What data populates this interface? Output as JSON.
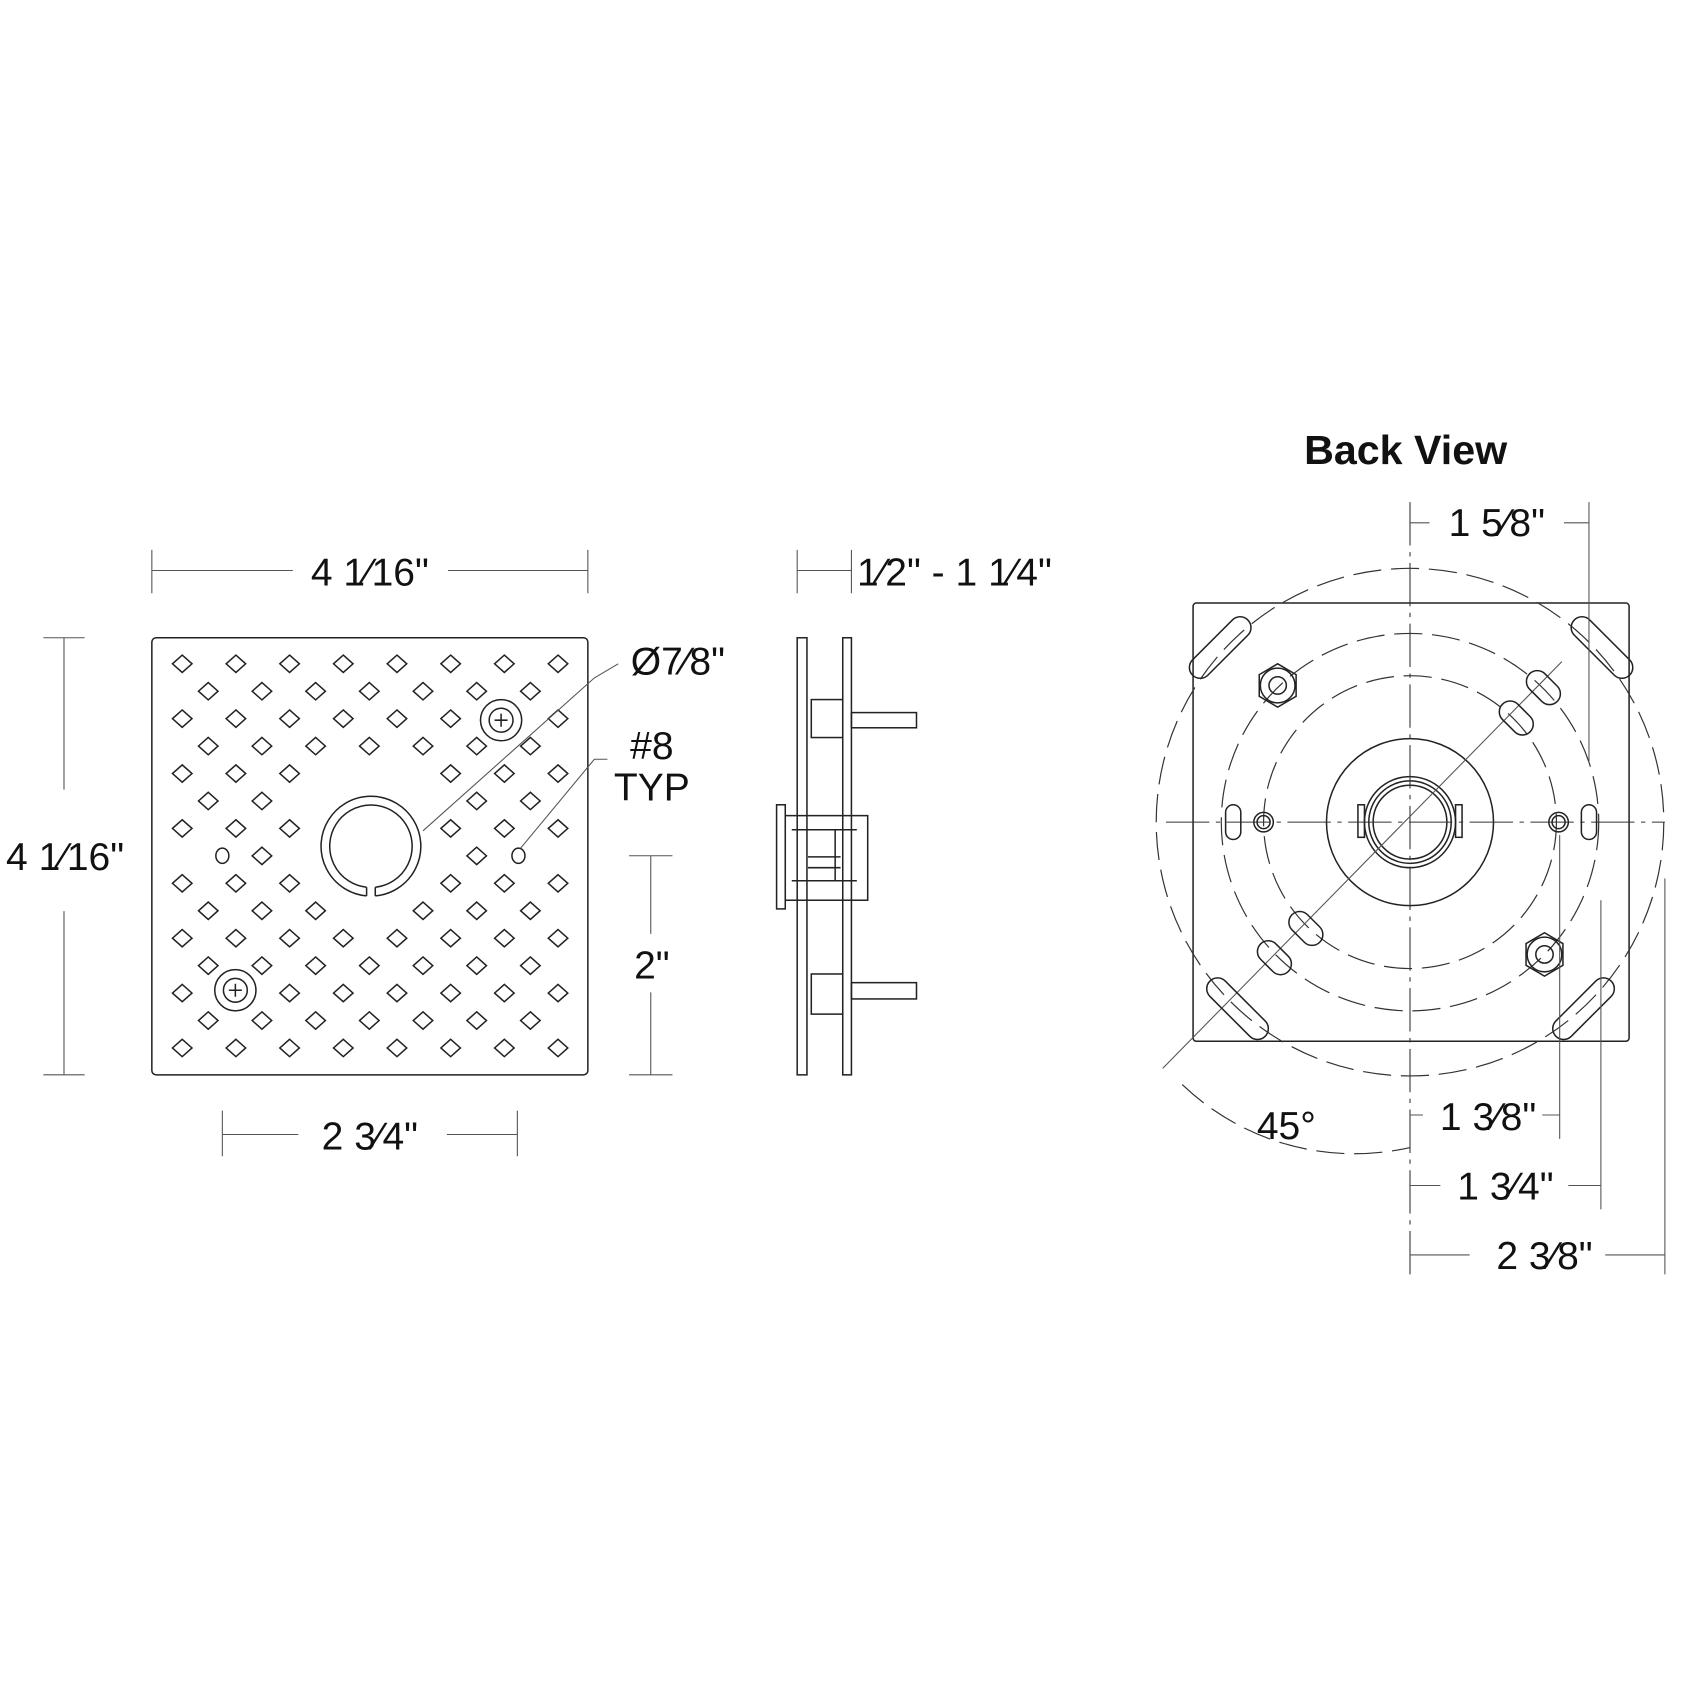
{
  "front_view": {
    "width_label": "4 1⁄16\"",
    "height_label": "4 1⁄16\"",
    "bottom_label": "2 3⁄4\"",
    "hole_label": "Ø7⁄8\"",
    "screw_label_line1": "#8",
    "screw_label_line2": "TYP",
    "spacing_label": "2\""
  },
  "side_view": {
    "depth_label": "1⁄2\" - 1 1⁄4\""
  },
  "back_view": {
    "title": "Back View",
    "top_label": "1 5⁄8\"",
    "angle_label": "45°",
    "dim1_label": "1 3⁄8\"",
    "dim2_label": "1 3⁄4\"",
    "dim3_label": "2 3⁄8\""
  },
  "colors": {
    "line": "#222222",
    "background": "#ffffff"
  }
}
